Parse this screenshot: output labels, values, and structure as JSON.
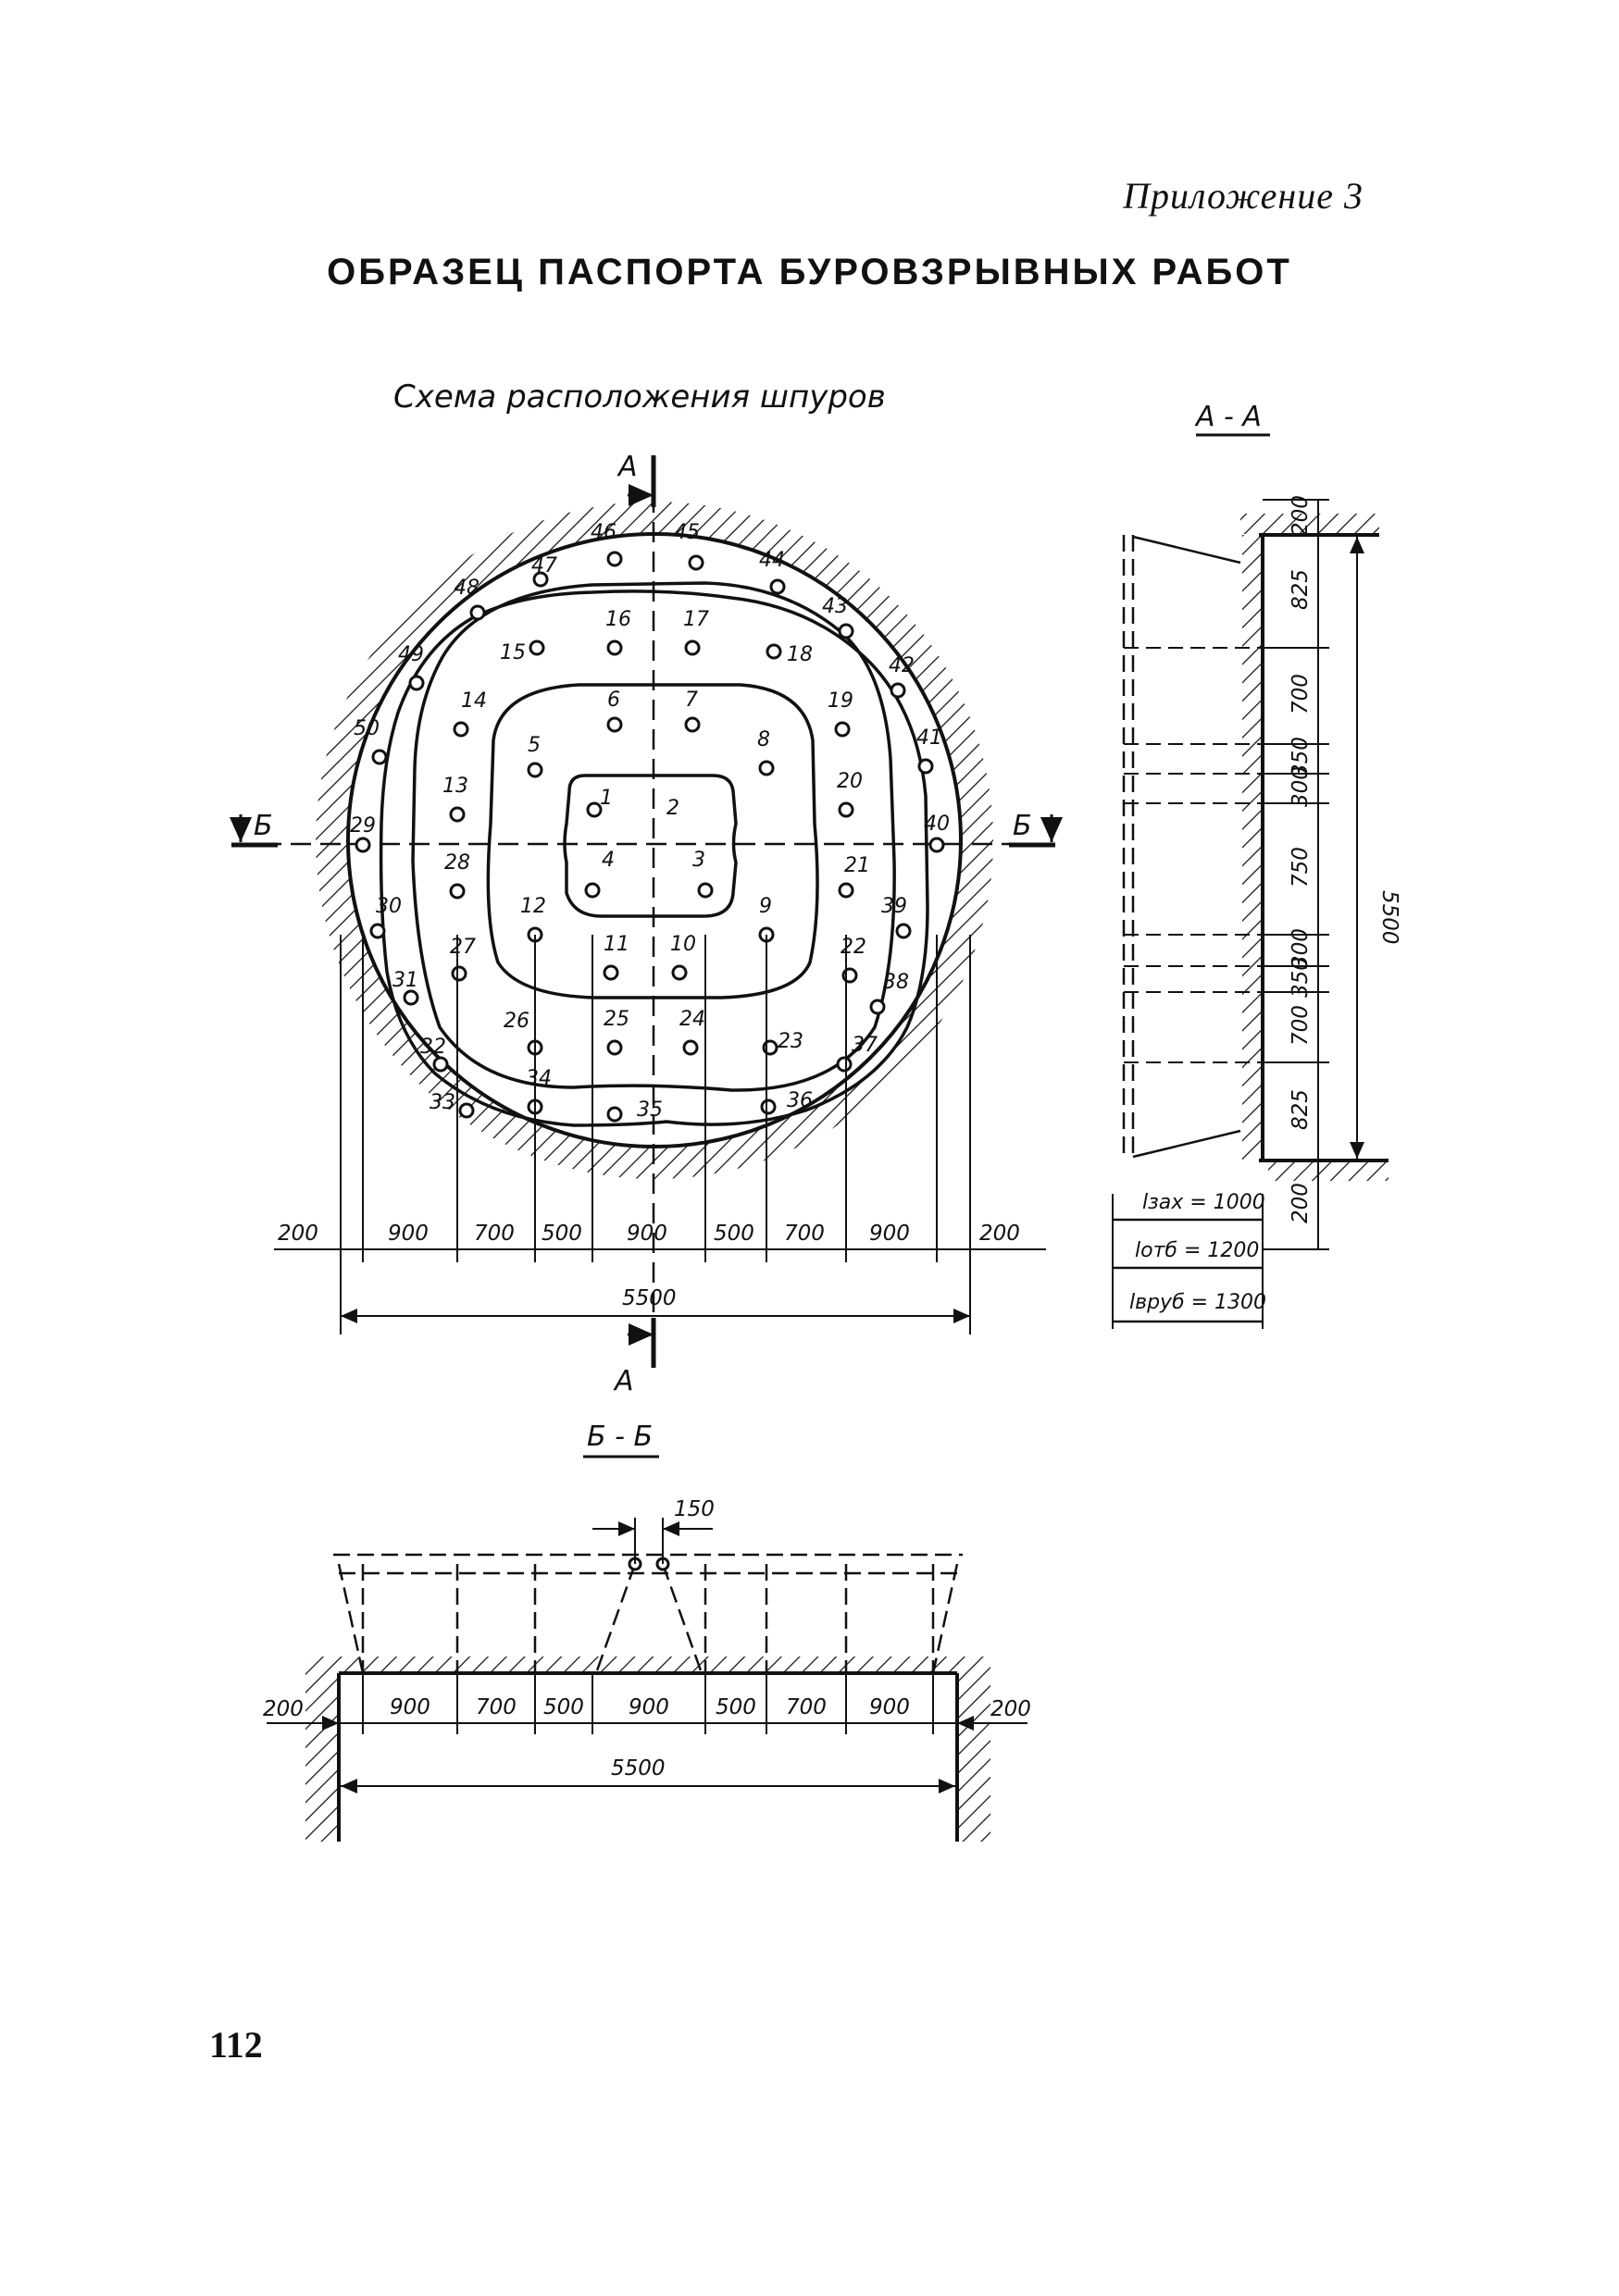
{
  "appendix": "Приложение 3",
  "title": "ОБРАЗЕЦ ПАСПОРТА БУРОВЗРЫВНЫХ РАБОТ",
  "scheme_caption": "Схема расположения шпуров",
  "section_labels": {
    "a": "А",
    "b": "Б",
    "aa": "А - А",
    "bb": "Б - Б"
  },
  "hole_numbers": [
    "1",
    "2",
    "3",
    "4",
    "5",
    "6",
    "7",
    "8",
    "9",
    "10",
    "11",
    "12",
    "13",
    "14",
    "15",
    "16",
    "17",
    "18",
    "19",
    "20",
    "21",
    "22",
    "23",
    "24",
    "25",
    "26",
    "27",
    "28",
    "29",
    "30",
    "31",
    "32",
    "33",
    "34",
    "35",
    "36",
    "37",
    "38",
    "39",
    "40",
    "41",
    "42",
    "43",
    "44",
    "45",
    "46",
    "47",
    "48",
    "49",
    "50"
  ],
  "plan_dimensions": {
    "segments": [
      "200",
      "900",
      "700",
      "500",
      "900",
      "500",
      "700",
      "900",
      "200"
    ],
    "total": "5500"
  },
  "section_aa": {
    "segments": [
      "200",
      "825",
      "700",
      "350",
      "300",
      "750",
      "300",
      "350",
      "700",
      "825",
      "200"
    ],
    "total": "5500",
    "l_zah": "lзах = 1000",
    "l_otb": "lотб = 1200",
    "l_vrub": "lвруб = 1300"
  },
  "section_bb": {
    "segments": [
      "900",
      "700",
      "500",
      "900",
      "500",
      "700",
      "900"
    ],
    "edges": [
      "200",
      "200"
    ],
    "angle_offset": "150",
    "total": "5500"
  },
  "page_number": "112"
}
